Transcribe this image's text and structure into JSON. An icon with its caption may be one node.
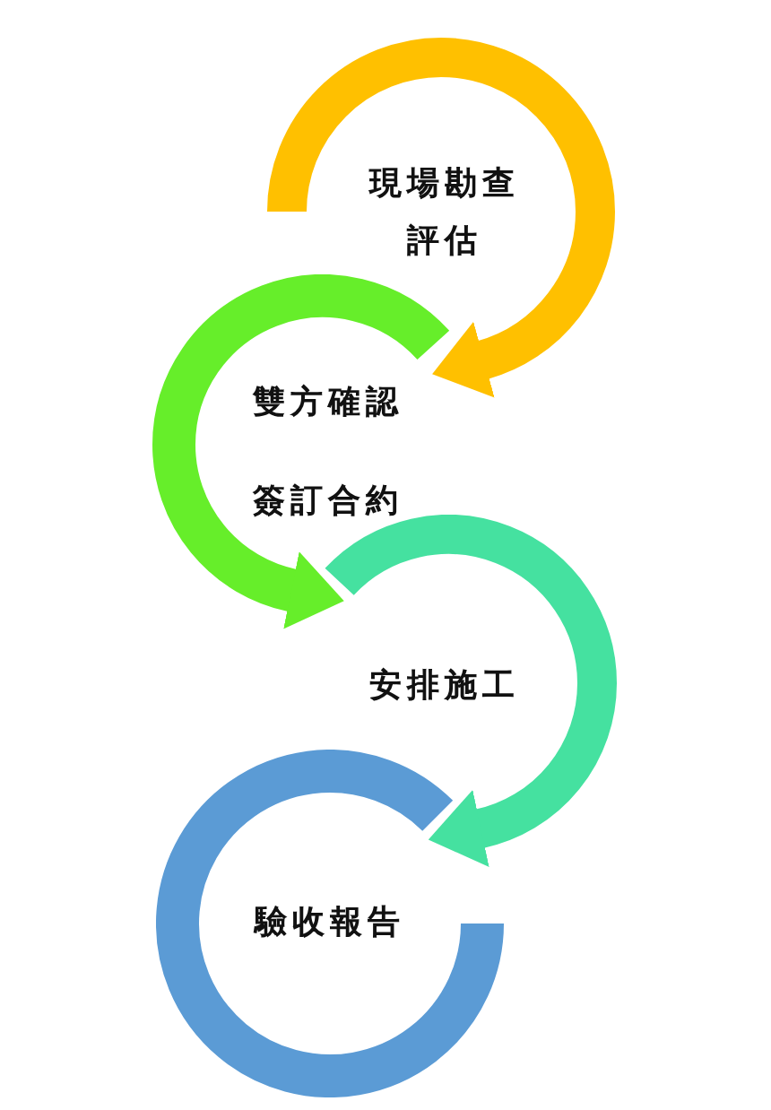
{
  "diagram": {
    "nodes": [
      {
        "text": [
          "現場勘查評估"
        ]
      },
      {
        "text": [
          "雙方確認",
          "簽訂合約"
        ]
      },
      {
        "text": [
          "安排施工"
        ]
      },
      {
        "text": [
          "驗收報告"
        ]
      }
    ],
    "edges": [
      {
        "from": 0,
        "to": 1,
        "arrow": "to",
        "color": "#ffc000"
      },
      {
        "from": 1,
        "to": 2,
        "arrow": "to",
        "color": "#66ee2a"
      },
      {
        "from": 2,
        "to": 3,
        "arrow": "to",
        "color": "#45e1a0"
      }
    ]
  }
}
